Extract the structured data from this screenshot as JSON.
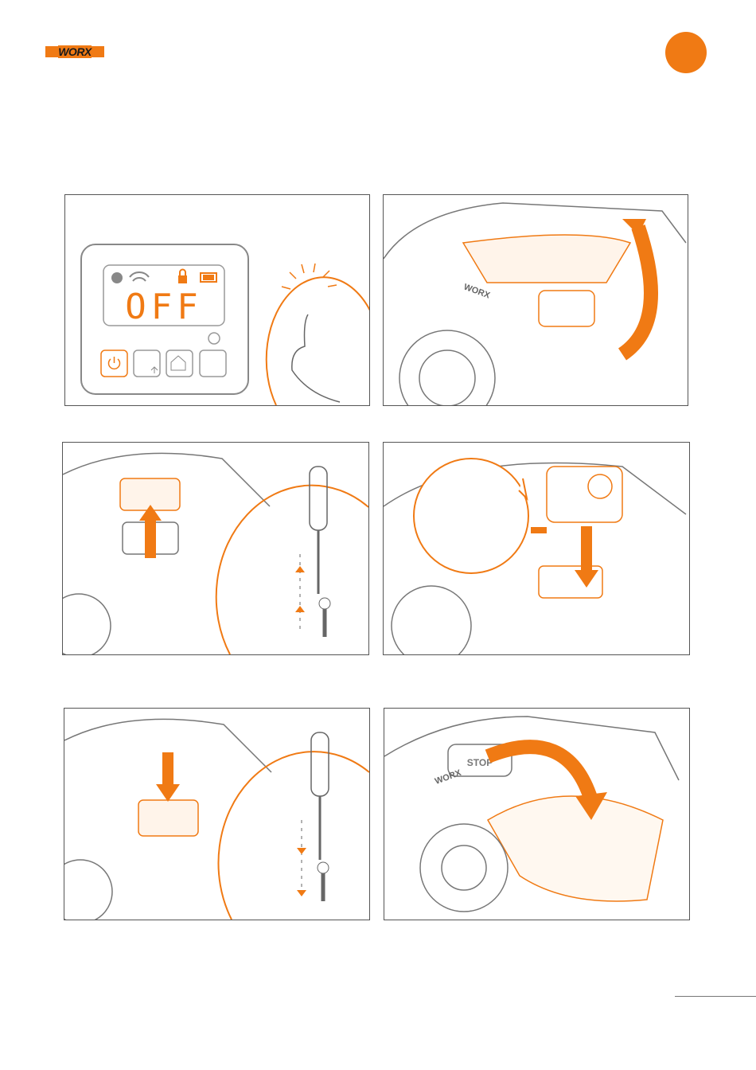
{
  "header": {
    "logo_text": "WORX",
    "brand_color": "#f07a14"
  },
  "panel1": {
    "display_text": "OFF"
  },
  "panel2": {
    "mower_logo": "WORX"
  },
  "panel6": {
    "stop_label": "STOP",
    "mower_logo": "WORX"
  },
  "colors": {
    "accent": "#f07a14",
    "line": "#666666"
  }
}
